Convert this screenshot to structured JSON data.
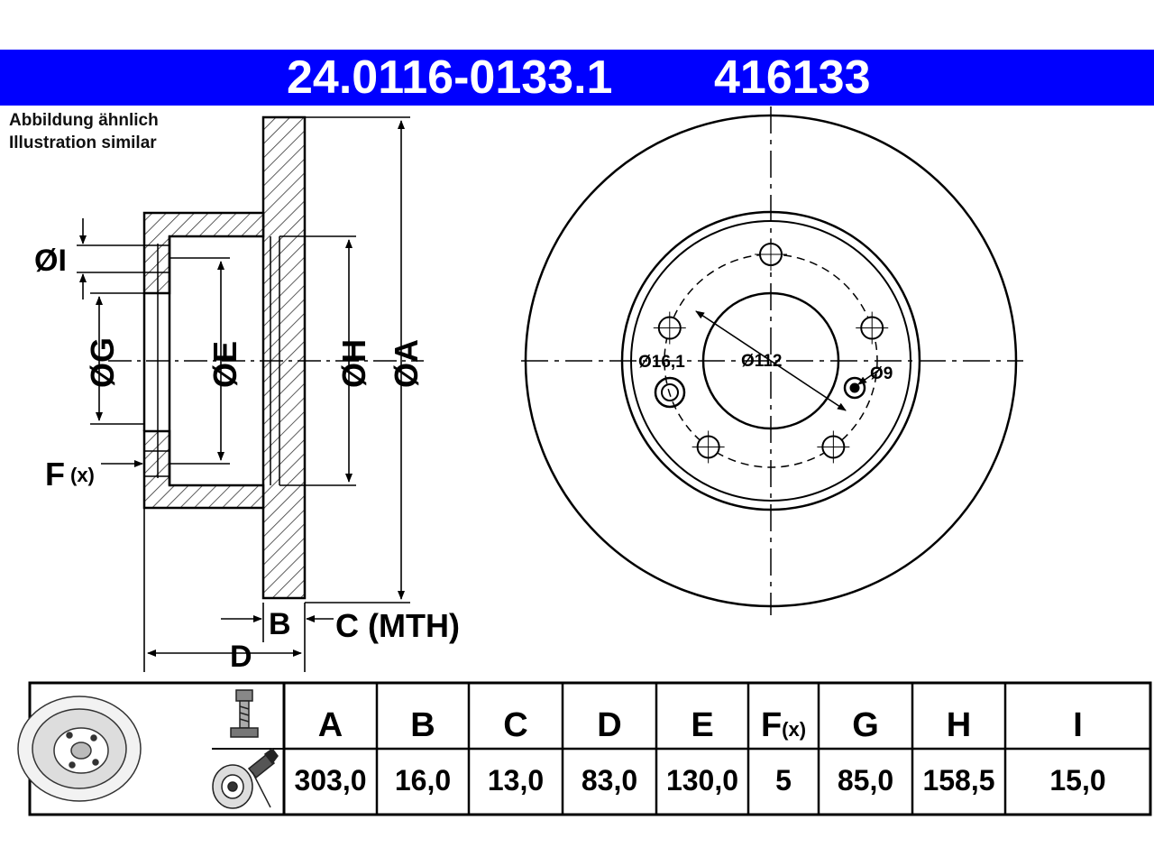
{
  "header": {
    "part_number": "24.0116-0133.1",
    "alt_number": "416133",
    "color": "#0000ff"
  },
  "notes": {
    "line1": "Abbildung ähnlich",
    "line2": "Illustration similar"
  },
  "side_view": {
    "labels": {
      "I": "ØI",
      "G": "ØG",
      "E": "ØE",
      "H": "ØH",
      "A": "ØA",
      "F": "F",
      "F_sub": "(x)",
      "B": "B",
      "C": "C (MTH)",
      "D": "D"
    }
  },
  "front_view": {
    "labels": {
      "d161": "Ø16,1",
      "d112": "Ø112",
      "d9": "Ø9"
    },
    "bolt_holes": 5
  },
  "spec_table": {
    "headers": {
      "A": "A",
      "B": "B",
      "C": "C",
      "D": "D",
      "E": "E",
      "F": "F",
      "F_sub": "(x)",
      "G": "G",
      "H": "H",
      "I": "I"
    },
    "values": {
      "A": "303,0",
      "B": "16,0",
      "C": "13,0",
      "D": "83,0",
      "E": "130,0",
      "F": "5",
      "G": "85,0",
      "H": "158,5",
      "I": "15,0"
    },
    "icons": [
      "brake-disc-icon",
      "bolt-icon",
      "torque-tool-icon"
    ]
  }
}
